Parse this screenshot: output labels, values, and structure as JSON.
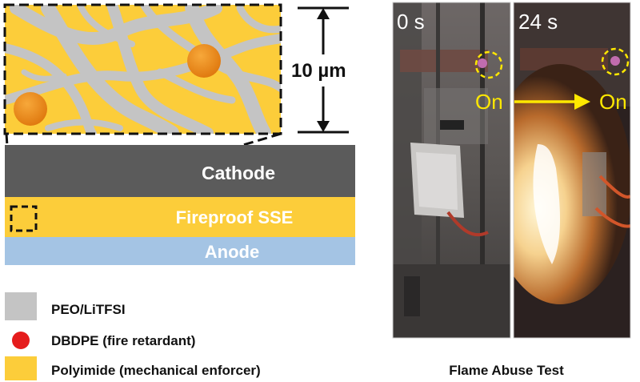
{
  "scale": {
    "label": "10 µm"
  },
  "layers": [
    {
      "label": "Cathode",
      "color": "#5b5b5b"
    },
    {
      "label": "Fireproof SSE",
      "color": "#fccd3a"
    },
    {
      "label": "Anode",
      "color": "#a4c4e4"
    }
  ],
  "legend": [
    {
      "label": "PEO/LiTFSI",
      "color": "#c4c4c4",
      "swatch": "square"
    },
    {
      "label": "DBDPE (fire retardant)",
      "color": "#e51c1c",
      "swatch": "dot"
    },
    {
      "label": "Polyimide (mechanical enforcer)",
      "color": "#fccd3a",
      "swatch": "square"
    }
  ],
  "photos": [
    {
      "time": "0 s",
      "status": "On"
    },
    {
      "time": "24 s",
      "status": "On"
    }
  ],
  "photo_caption": "Flame Abuse Test",
  "colors": {
    "fiber": "#c4c4c4",
    "polyimide": "#fccd3a",
    "particle": "#f0961e",
    "marker": "#ffe800",
    "arrow": "#ffe800"
  }
}
